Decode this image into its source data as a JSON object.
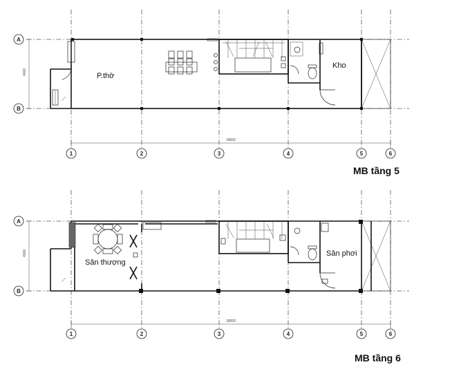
{
  "plans": [
    {
      "title": "MB tầng 5",
      "rooms": [
        "P.thờ",
        "Kho"
      ],
      "overall_dimension": "18000",
      "depth_dimension": "4000"
    },
    {
      "title": "MB tầng 6",
      "rooms": [
        "Sân thượng",
        "Sân phơi"
      ],
      "overall_dimension": "18000",
      "depth_dimension": "4000"
    }
  ],
  "grid_labels": {
    "columns": [
      "1",
      "2",
      "3",
      "4",
      "5",
      "6"
    ],
    "rows": [
      "A",
      "B"
    ]
  }
}
